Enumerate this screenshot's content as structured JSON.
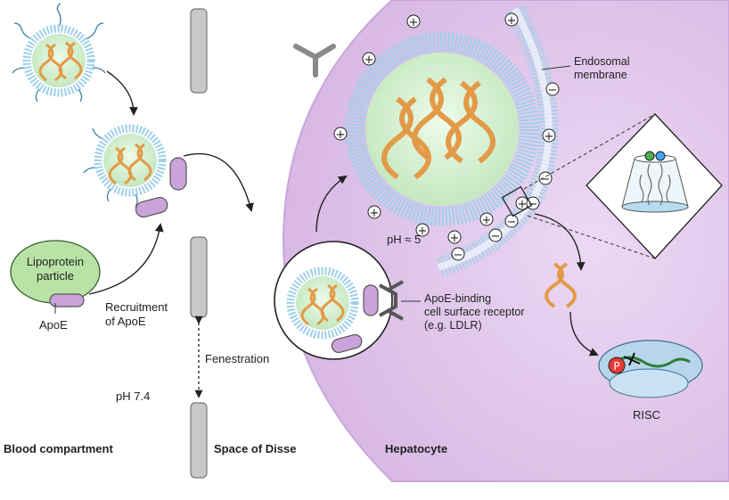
{
  "labels": {
    "lipoprotein": "Lipoprotein\nparticle",
    "apoe": "ApoE",
    "recruitment": "Recruitment\nof ApoE",
    "ph_blood": "pH 7.4",
    "fenestration": "Fenestration",
    "ph_endosome": "pH ≈ 5",
    "receptor": "ApoE-binding\ncell surface receptor\n(e.g. LDLR)",
    "endosomal_membrane": "Endosomal\nmembrane",
    "risc": "RISC",
    "risc_p": "P"
  },
  "compartments": {
    "blood": "Blood compartment",
    "disse": "Space of Disse",
    "hepatocyte": "Hepatocyte"
  },
  "colors": {
    "cell": "#dcc0e8",
    "cell_edge": "#c9a6dc",
    "lnp_core": "#cbeec9",
    "lipid_head": "#9fd0ea",
    "apoe": "#c9a3d9",
    "rna": "#e39a47",
    "lipoprotein": "#b9e3a6",
    "wall": "#c8c8c8",
    "risc": "#b7d6ec"
  },
  "icons": [
    "plus-charge-icon",
    "minus-charge-icon",
    "y-receptor-icon",
    "dna-icon"
  ]
}
